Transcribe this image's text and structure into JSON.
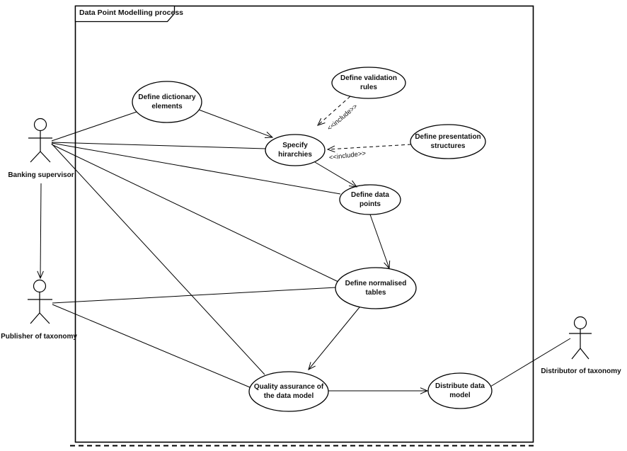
{
  "diagram": {
    "title": "Data Point Modelling process",
    "kind": "uml-use-case-diagram"
  },
  "actors": [
    {
      "label": "Banking supervisor"
    },
    {
      "label": "Publisher of taxonomy"
    },
    {
      "label": "Distributor of taxonomy"
    }
  ],
  "use_cases": [
    {
      "label": "Define dictionary elements"
    },
    {
      "label": "Define validation rules"
    },
    {
      "label": "Specify hirarchies"
    },
    {
      "label": "Define presentation structures"
    },
    {
      "label": "Define data points"
    },
    {
      "label": "Define normalised tables"
    },
    {
      "label": "Quality assurance of the data model"
    },
    {
      "label": "Distribute data model"
    }
  ],
  "stereotypes": [
    {
      "label": "<<include>>"
    },
    {
      "label": "<<include>>"
    }
  ],
  "relationships": [
    {
      "from": "Banking supervisor",
      "to": "Define dictionary elements",
      "type": "association"
    },
    {
      "from": "Define dictionary elements",
      "to": "Specify hirarchies",
      "type": "directed-arrow"
    },
    {
      "from": "Banking supervisor",
      "to": "Specify hirarchies",
      "type": "association"
    },
    {
      "from": "Banking supervisor",
      "to": "Define data points",
      "type": "association"
    },
    {
      "from": "Banking supervisor",
      "to": "Define normalised tables",
      "type": "association"
    },
    {
      "from": "Banking supervisor",
      "to": "Quality assurance of the data model",
      "type": "association"
    },
    {
      "from": "Banking supervisor",
      "to": "Publisher of taxonomy",
      "type": "directed-arrow"
    },
    {
      "from": "Publisher of taxonomy",
      "to": "Define normalised tables",
      "type": "association"
    },
    {
      "from": "Publisher of taxonomy",
      "to": "Quality assurance of the data model",
      "type": "association"
    },
    {
      "from": "Specify hirarchies",
      "to": "Define data points",
      "type": "directed-arrow"
    },
    {
      "from": "Define data points",
      "to": "Define normalised tables",
      "type": "directed-arrow"
    },
    {
      "from": "Define normalised tables",
      "to": "Quality assurance of the data model",
      "type": "directed-arrow"
    },
    {
      "from": "Quality assurance of the data model",
      "to": "Distribute data model",
      "type": "directed-arrow"
    },
    {
      "from": "Distribute data model",
      "to": "Distributor of taxonomy",
      "type": "association"
    },
    {
      "from": "Define validation rules",
      "to": "Specify hirarchies",
      "type": "include"
    },
    {
      "from": "Define presentation structures",
      "to": "Specify hirarchies",
      "type": "include"
    }
  ],
  "colors": {
    "stroke": "#000000",
    "background": "#ffffff"
  }
}
